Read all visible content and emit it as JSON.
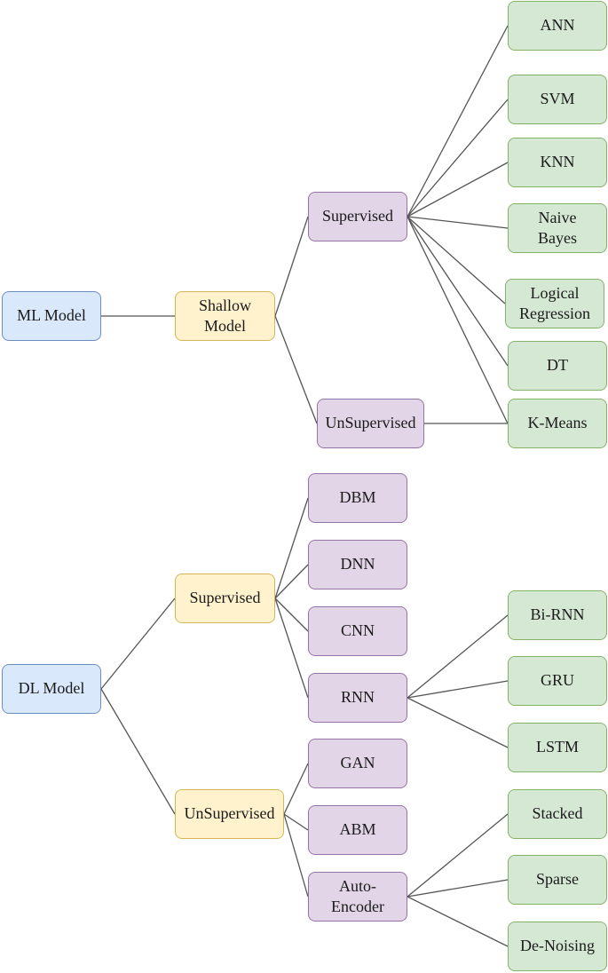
{
  "colors": {
    "root_fill": "#dae8fc",
    "level1_fill": "#fff2cc",
    "level2_fill": "#e1d5e7",
    "leaf_fill": "#d5e8d4",
    "edge": "#555555"
  },
  "nodes": {
    "ml_model": "ML Model",
    "shallow_model": "Shallow\nModel",
    "ml_supervised": "Supervised",
    "ml_unsupervised": "UnSupervised",
    "ann": "ANN",
    "svm": "SVM",
    "knn": "KNN",
    "naive_bayes": "Naive\nBayes",
    "logical_regression": "Logical\nRegression",
    "dt": "DT",
    "k_means": "K-Means",
    "dl_model": "DL Model",
    "dl_supervised": "Supervised",
    "dl_unsupervised": "UnSupervised",
    "dbm": "DBM",
    "dnn": "DNN",
    "cnn": "CNN",
    "rnn": "RNN",
    "gan": "GAN",
    "abm": "ABM",
    "auto_encoder": "Auto-\nEncoder",
    "bi_rnn": "Bi-RNN",
    "gru": "GRU",
    "lstm": "LSTM",
    "stacked": "Stacked",
    "sparse": "Sparse",
    "de_noising": "De-Noising"
  }
}
